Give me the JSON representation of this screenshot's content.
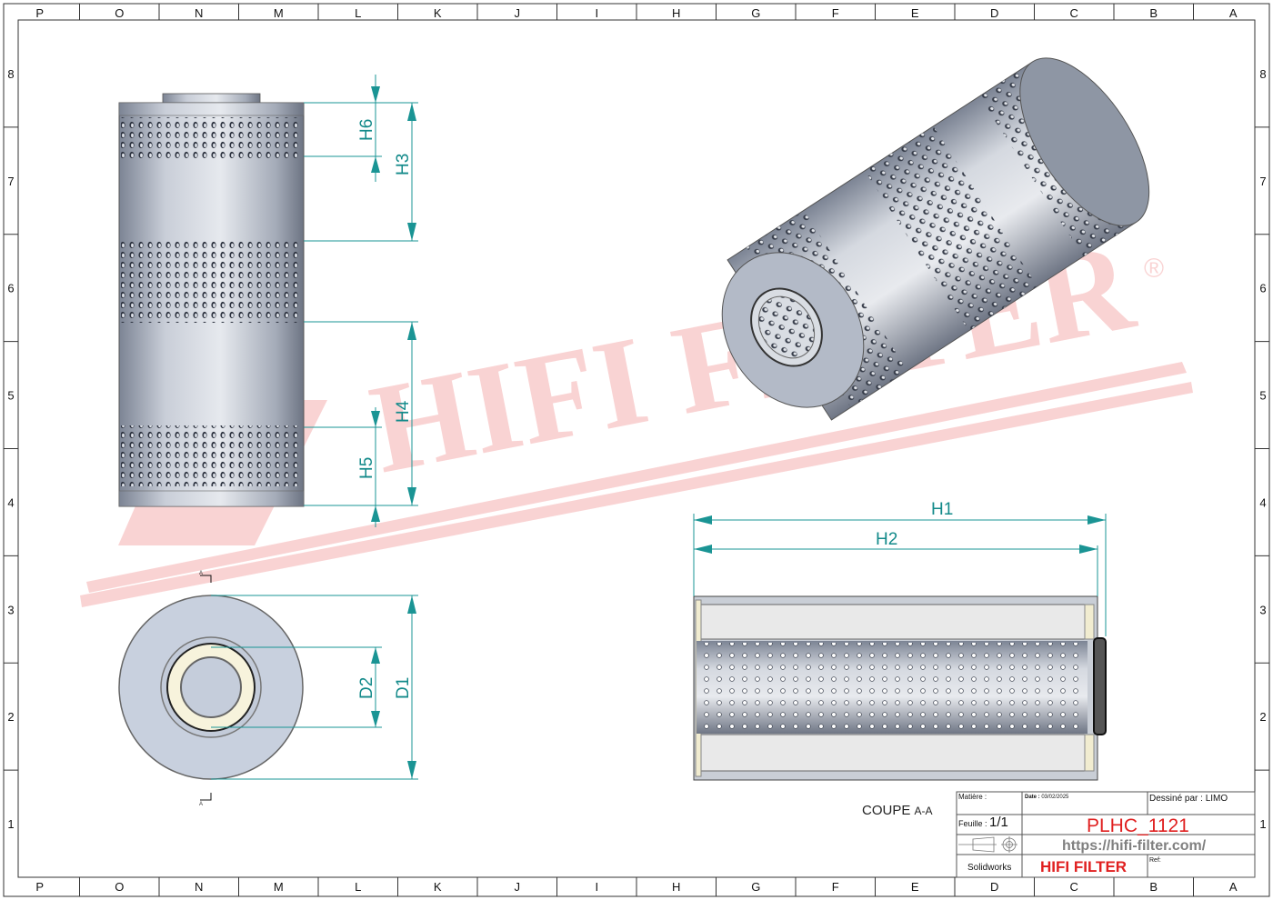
{
  "sheet": {
    "columns": [
      "P",
      "O",
      "N",
      "M",
      "L",
      "K",
      "J",
      "I",
      "H",
      "G",
      "F",
      "E",
      "D",
      "C",
      "B",
      "A"
    ],
    "rows": [
      "8",
      "7",
      "6",
      "5",
      "4",
      "3",
      "2",
      "1"
    ]
  },
  "watermark": {
    "text": "HIFI FILTER",
    "registered": "®",
    "color": "#e83a3a"
  },
  "dimensions": {
    "h1": "H1",
    "h2": "H2",
    "h3": "H3",
    "h4": "H4",
    "h5": "H5",
    "h6": "H6",
    "d1": "D1",
    "d2": "D2",
    "section_marker": "A"
  },
  "section_label": {
    "main": "COUPE",
    "suffix": "A-A"
  },
  "title_block": {
    "material_label": "Matière :",
    "date_label": "Date :",
    "date_value": "03/02/2025",
    "drawn_by_label": "Dessiné par :",
    "drawn_by_value": "LIMO",
    "sheet_label": "Feuille :",
    "sheet_value": "1/1",
    "part_number": "PLHC_1121",
    "url": "https://hifi-filter.com/",
    "software": "Solidworks",
    "company": "HIFI FILTER",
    "ref_label": "Ref:"
  },
  "colors": {
    "dimension": "#1a9494",
    "part_number": "#e02020",
    "url": "#808080"
  }
}
